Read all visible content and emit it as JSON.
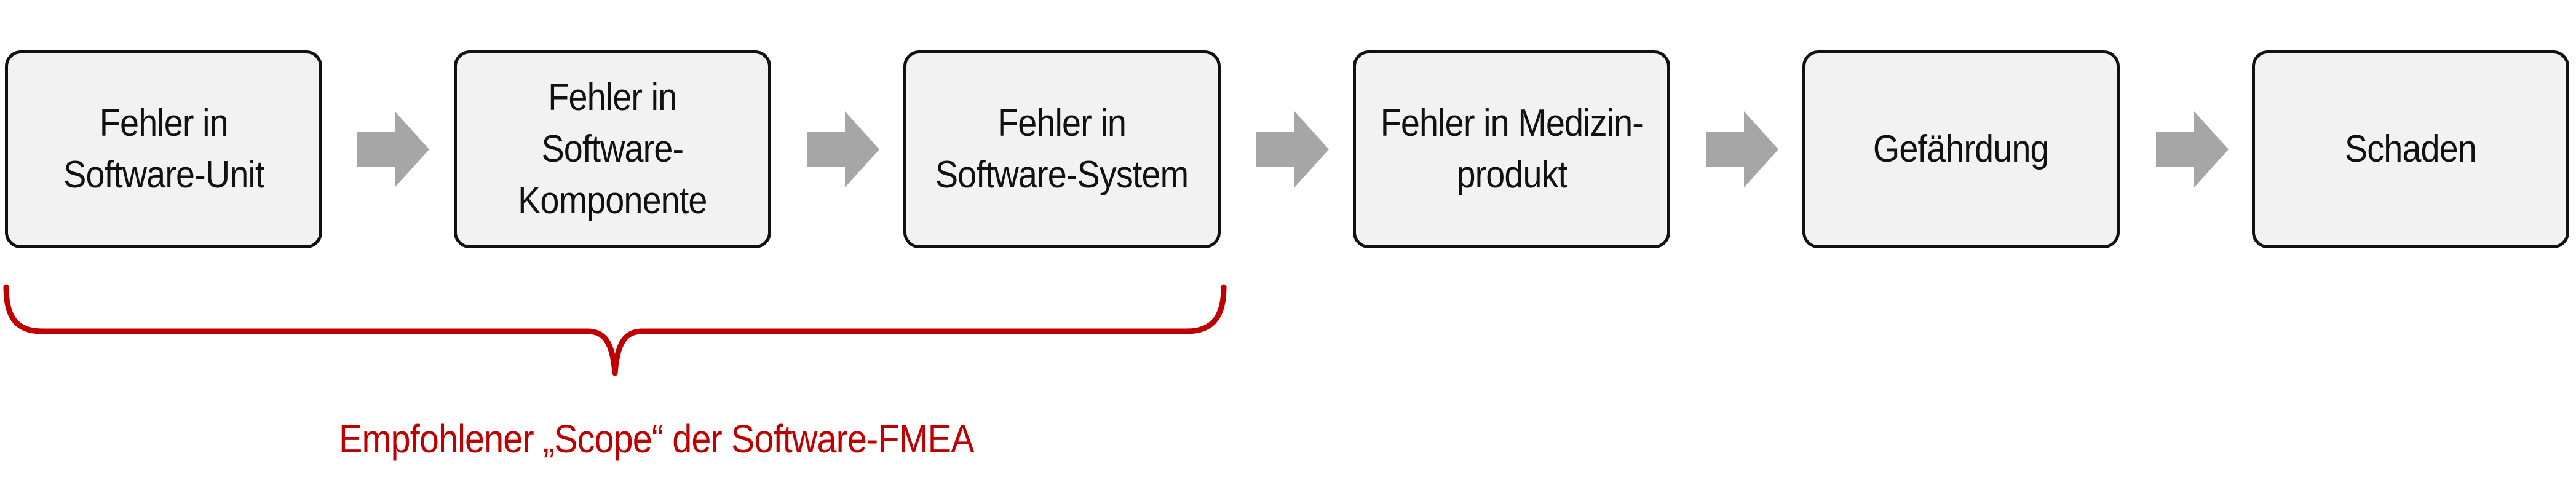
{
  "flow": {
    "steps": [
      {
        "label": "Fehler in\nSoftware-Unit"
      },
      {
        "label": "Fehler in\nSoftware-\nKomponente"
      },
      {
        "label": "Fehler in\nSoftware-System"
      },
      {
        "label": "Fehler in Medizin-\nprodukt"
      },
      {
        "label": "Gefährdung"
      },
      {
        "label": "Schaden"
      }
    ]
  },
  "scope": {
    "label": "Empfohlener „Scope“ der Software-FMEA"
  },
  "colors": {
    "box_fill": "#f2f2f2",
    "box_border": "#111111",
    "arrow": "#a6a6a6",
    "accent_red": "#c00000"
  },
  "icons": {
    "arrow": "right-arrow-icon",
    "brace": "curly-brace-icon"
  }
}
